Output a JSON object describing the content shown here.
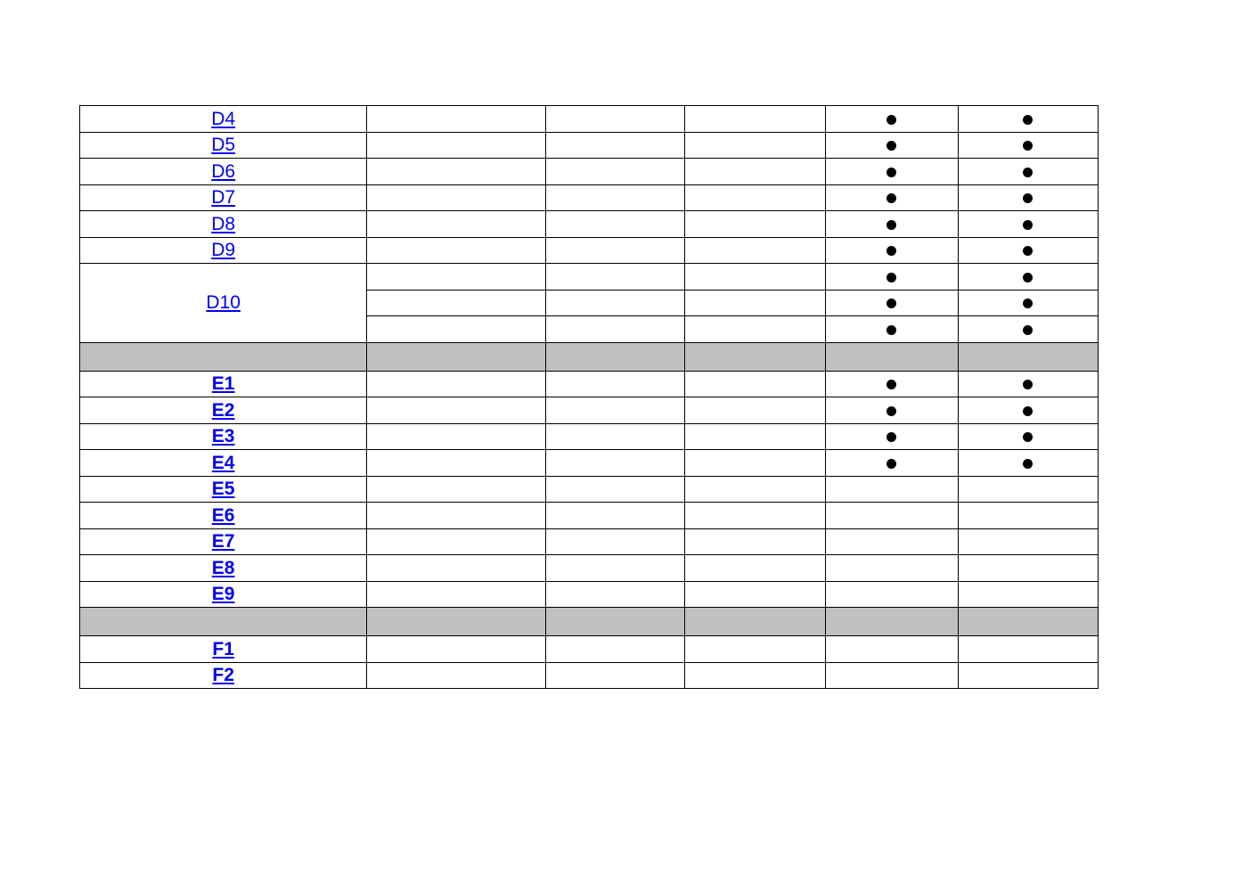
{
  "table": {
    "colors": {
      "link": "#0000ee",
      "separator": "#c0c0c0",
      "border": "#000000"
    },
    "bullet_icon": "filled-circle-icon",
    "rows": [
      {
        "type": "row",
        "label": "D4",
        "bold": false,
        "rowspan": 1,
        "marks": [
          true,
          true
        ]
      },
      {
        "type": "row",
        "label": "D5",
        "bold": false,
        "rowspan": 1,
        "marks": [
          true,
          true
        ]
      },
      {
        "type": "row",
        "label": "D6",
        "bold": false,
        "rowspan": 1,
        "marks": [
          true,
          true
        ]
      },
      {
        "type": "row",
        "label": "D7",
        "bold": false,
        "rowspan": 1,
        "marks": [
          true,
          true
        ]
      },
      {
        "type": "row",
        "label": "D8",
        "bold": false,
        "rowspan": 1,
        "marks": [
          true,
          true
        ]
      },
      {
        "type": "row",
        "label": "D9",
        "bold": false,
        "rowspan": 1,
        "marks": [
          true,
          true
        ]
      },
      {
        "type": "row",
        "label": "D10",
        "bold": false,
        "rowspan": 3,
        "marks": [
          true,
          true
        ]
      },
      {
        "type": "row",
        "label": null,
        "bold": false,
        "rowspan": 0,
        "marks": [
          true,
          true
        ]
      },
      {
        "type": "row",
        "label": null,
        "bold": false,
        "rowspan": 0,
        "marks": [
          true,
          true
        ]
      },
      {
        "type": "separator"
      },
      {
        "type": "row",
        "label": "E1",
        "bold": true,
        "rowspan": 1,
        "marks": [
          true,
          true
        ]
      },
      {
        "type": "row",
        "label": "E2",
        "bold": true,
        "rowspan": 1,
        "marks": [
          true,
          true
        ]
      },
      {
        "type": "row",
        "label": "E3",
        "bold": true,
        "rowspan": 1,
        "marks": [
          true,
          true
        ]
      },
      {
        "type": "row",
        "label": "E4",
        "bold": true,
        "rowspan": 1,
        "marks": [
          true,
          true
        ]
      },
      {
        "type": "row",
        "label": "E5",
        "bold": true,
        "rowspan": 1,
        "marks": [
          false,
          false
        ]
      },
      {
        "type": "row",
        "label": "E6",
        "bold": true,
        "rowspan": 1,
        "marks": [
          false,
          false
        ]
      },
      {
        "type": "row",
        "label": "E7",
        "bold": true,
        "rowspan": 1,
        "marks": [
          false,
          false
        ]
      },
      {
        "type": "row",
        "label": "E8",
        "bold": true,
        "rowspan": 1,
        "marks": [
          false,
          false
        ]
      },
      {
        "type": "row",
        "label": "E9",
        "bold": true,
        "rowspan": 1,
        "marks": [
          false,
          false
        ]
      },
      {
        "type": "separator"
      },
      {
        "type": "row",
        "label": "F1",
        "bold": true,
        "rowspan": 1,
        "marks": [
          false,
          false
        ]
      },
      {
        "type": "row",
        "label": "F2",
        "bold": true,
        "rowspan": 1,
        "marks": [
          false,
          false
        ]
      }
    ]
  }
}
